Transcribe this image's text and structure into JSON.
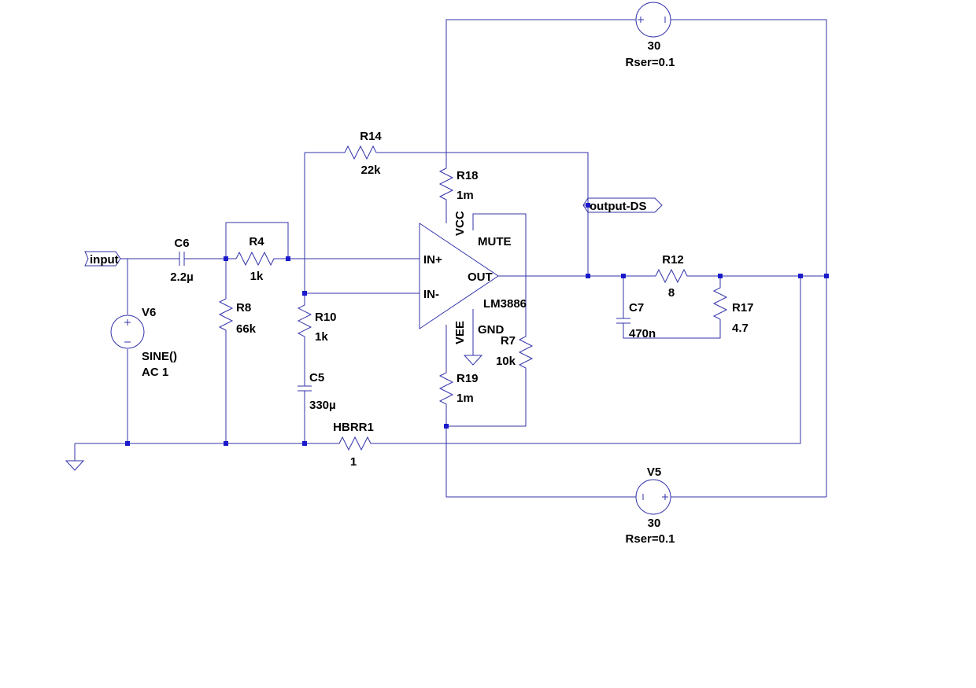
{
  "colors": {
    "wire": "#3333aa",
    "junction": "#1a1acc",
    "text": "#000000",
    "background": "#ffffff"
  },
  "components": {
    "v6": {
      "name": "V6",
      "value": "SINE()",
      "value2": "AC 1"
    },
    "c6": {
      "name": "C6",
      "value": "2.2µ"
    },
    "r4": {
      "name": "R4",
      "value": "1k"
    },
    "r8": {
      "name": "R8",
      "value": "66k"
    },
    "r10": {
      "name": "R10",
      "value": "1k"
    },
    "c5": {
      "name": "C5",
      "value": "330µ"
    },
    "r14": {
      "name": "R14",
      "value": "22k"
    },
    "r18": {
      "name": "R18",
      "value": "1m"
    },
    "r19": {
      "name": "R19",
      "value": "1m"
    },
    "r7": {
      "name": "R7",
      "value": "10k"
    },
    "r12": {
      "name": "R12",
      "value": "8"
    },
    "r17": {
      "name": "R17",
      "value": "4.7"
    },
    "c7": {
      "name": "C7",
      "value": "470n"
    },
    "hbrr1": {
      "name": "HBRR1",
      "value": "1"
    },
    "v_top": {
      "value": "30",
      "rser": "Rser=0.1"
    },
    "v5": {
      "name": "V5",
      "value": "30",
      "rser": "Rser=0.1"
    }
  },
  "amplifier": {
    "part": "LM3886",
    "pins": {
      "in_plus": "IN+",
      "in_minus": "IN-",
      "out": "OUT",
      "vcc": "VCC",
      "vee": "VEE",
      "mute": "MUTE",
      "gnd": "GND"
    }
  },
  "ports": {
    "input": "input",
    "output": "output-DS"
  }
}
